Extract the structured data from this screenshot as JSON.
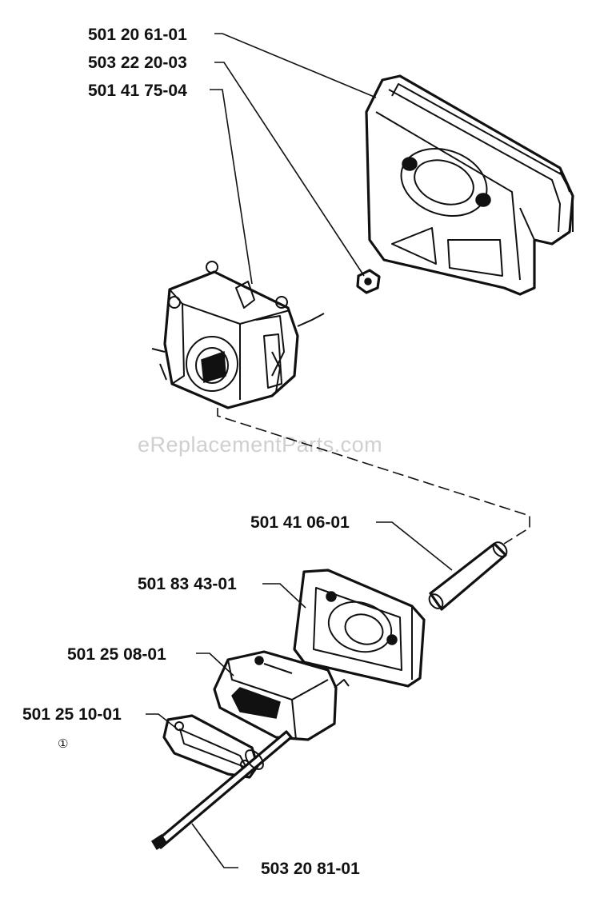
{
  "watermark": "eReplacementParts.com",
  "labels": {
    "air_filter": "501 20 61-01",
    "filter_nut": "503 22 20-03",
    "carburetor": "501 41 75-04",
    "fuel_hose": "501 41 06-01",
    "carb_gasket": "501 83 43-01",
    "intake_adapter": "501 25 08-01",
    "intake_gasket": "501 25 10-01",
    "throttle_rod": "503 20 81-01"
  },
  "note_symbol": "①"
}
